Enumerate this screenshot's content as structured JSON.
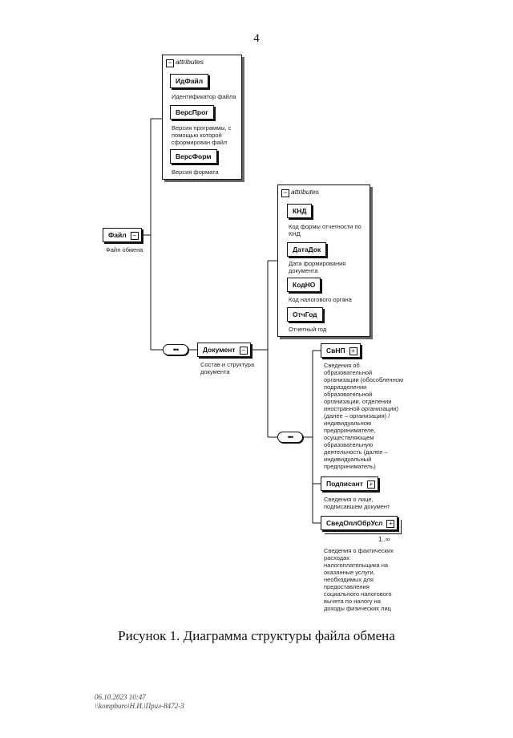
{
  "page_number": "4",
  "attributes_label": "attributes",
  "root": {
    "name": "Файл",
    "desc": "Файл обмена"
  },
  "root_attributes": [
    {
      "name": "ИдФайл",
      "desc": [
        "Идентификатор файла"
      ]
    },
    {
      "name": "ВерсПрог",
      "desc": [
        "Версия программы, с",
        "помощью которой",
        "сформирован файл"
      ]
    },
    {
      "name": "ВерсФорм",
      "desc": [
        "Версия формата"
      ]
    }
  ],
  "document": {
    "name": "Документ",
    "desc": [
      "Состав и структура",
      "документа"
    ]
  },
  "document_attributes": [
    {
      "name": "КНД",
      "desc": [
        "Код формы отчетности по",
        "КНД"
      ]
    },
    {
      "name": "ДатаДок",
      "desc": [
        "Дата формирования",
        "документа"
      ]
    },
    {
      "name": "КодНО",
      "desc": [
        "Код налогового органа"
      ]
    },
    {
      "name": "ОтчГод",
      "desc": [
        "Отчетный год"
      ]
    }
  ],
  "children": [
    {
      "name": "СвНП",
      "desc": [
        "Сведения об",
        "образовательной",
        "организации (обособленном",
        "подразделении",
        "образовательной",
        "организации, отделении",
        "иностранной организации)",
        "(далее – организация) /",
        "индивидуальном",
        "предпринимателе,",
        "осуществляющем",
        "образовательную",
        "деятельность (далее –",
        "индивидуальный",
        "предприниматель)"
      ]
    },
    {
      "name": "Подписант",
      "desc": [
        "Сведения о лице,",
        "подписавшем документ"
      ]
    },
    {
      "name": "СведОплОбрУсл",
      "occurs": "1..∞",
      "desc": [
        "Сведения о фактических",
        "расходах",
        "налогоплательщика на",
        "оказанные услуги,",
        "необходимых для",
        "предоставления",
        "социального налогового",
        "вычета по налогу на",
        "доходы физических лиц"
      ]
    }
  ],
  "caption": "Рисунок 1. Диаграмма структуры файла обмена",
  "footer": [
    "06.10.2023 10:47",
    "\\\\kompburo\\Н.И.\\Прил-8472-3"
  ]
}
